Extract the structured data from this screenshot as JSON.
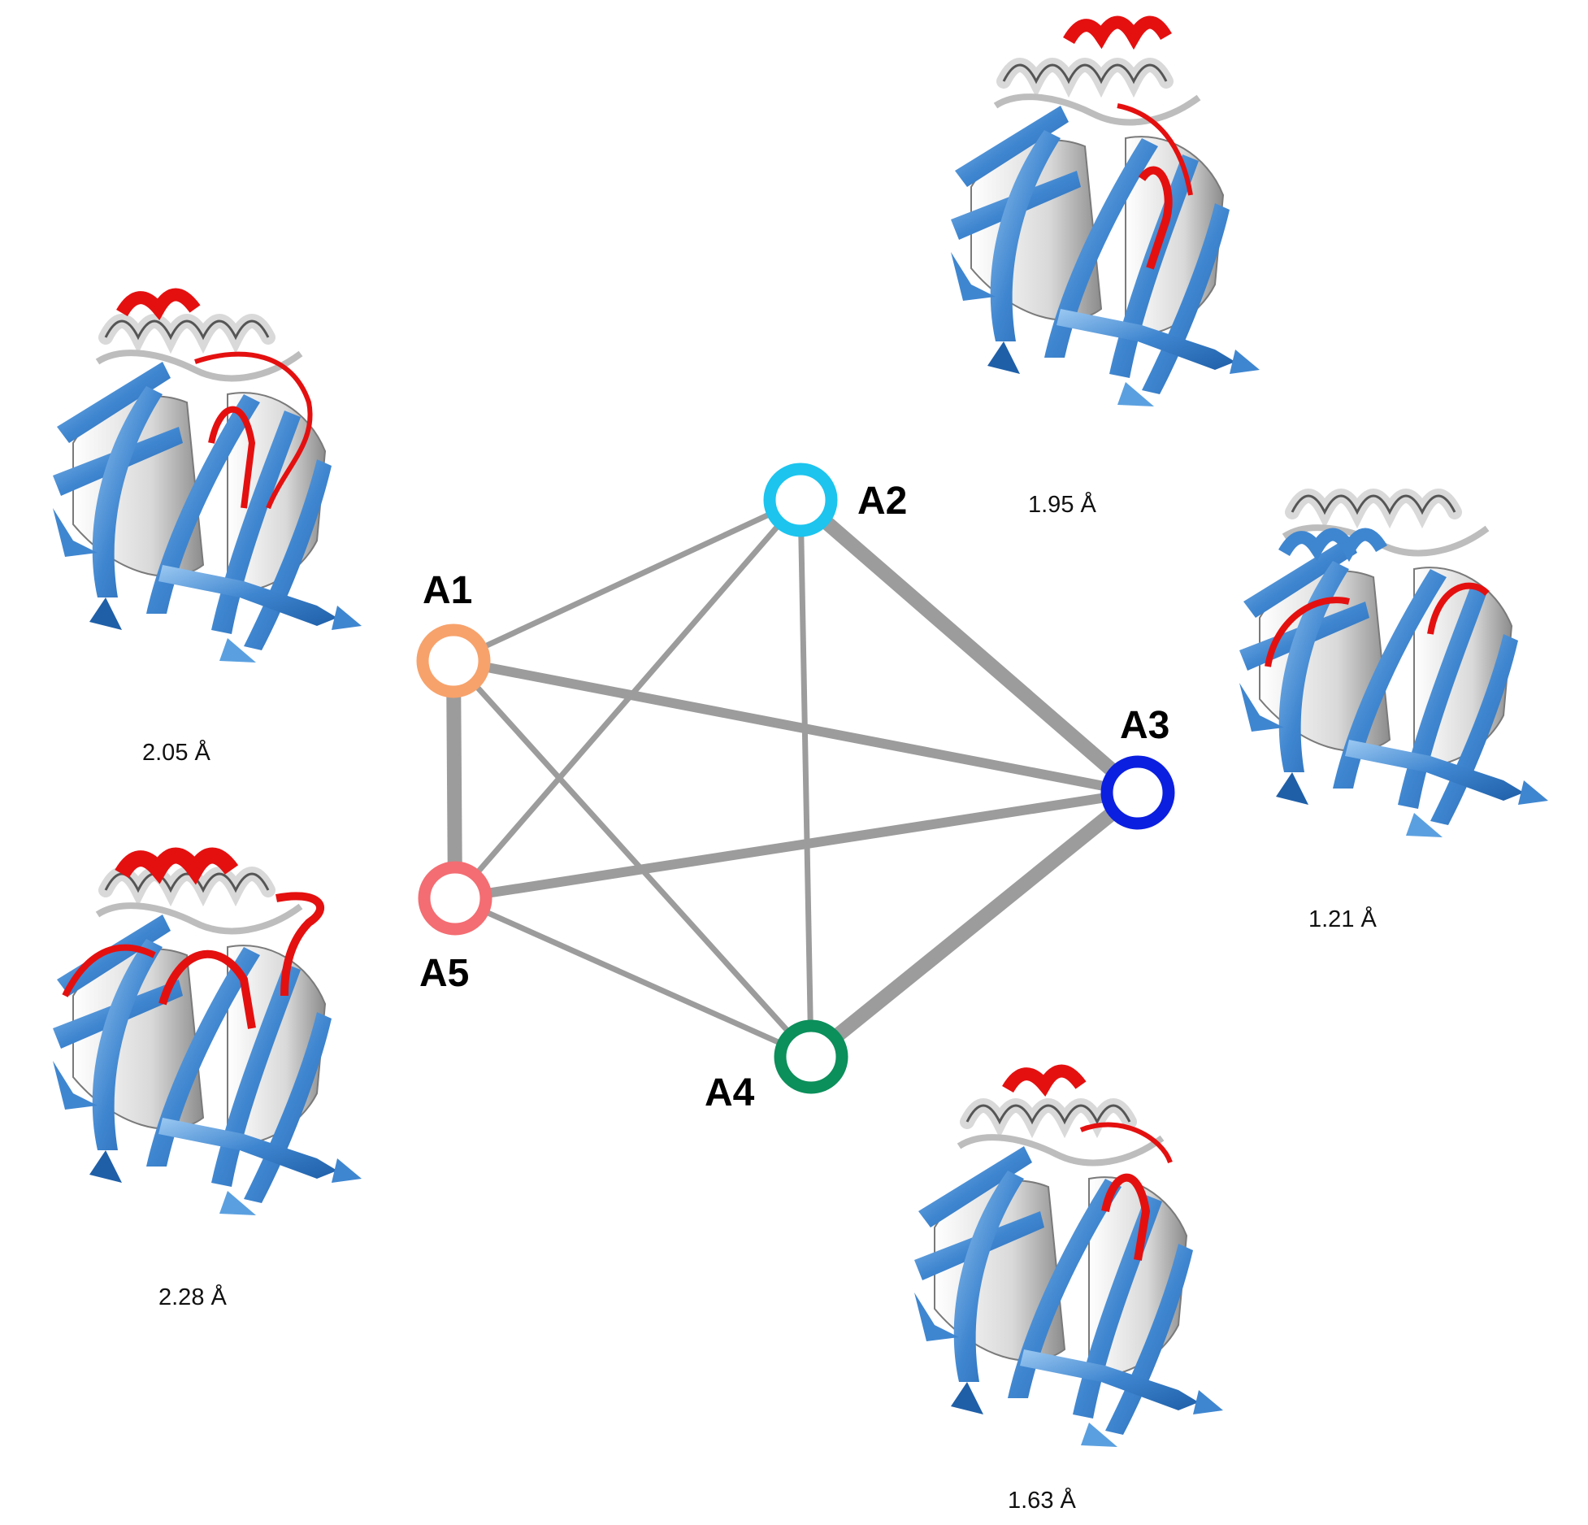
{
  "colors": {
    "edge": "#9c9c9c",
    "helix_white": "#e6e6e6",
    "strand_blue": "#3f86d0",
    "strand_light": "#7fb8ea",
    "highlight_red": "#e41010"
  },
  "nodes": [
    {
      "id": "A1",
      "label": "A1",
      "color": "#f7a26b"
    },
    {
      "id": "A2",
      "label": "A2",
      "color": "#1cc4ee"
    },
    {
      "id": "A3",
      "label": "A3",
      "color": "#0b1fe0"
    },
    {
      "id": "A4",
      "label": "A4",
      "color": "#0b8f5b"
    },
    {
      "id": "A5",
      "label": "A5",
      "color": "#f36d72"
    }
  ],
  "edges": [
    {
      "source": "A1",
      "target": "A5",
      "weight": "strong"
    },
    {
      "source": "A2",
      "target": "A3",
      "weight": "strong"
    },
    {
      "source": "A3",
      "target": "A4",
      "weight": "strong"
    },
    {
      "source": "A1",
      "target": "A3",
      "weight": "medium"
    },
    {
      "source": "A5",
      "target": "A3",
      "weight": "medium"
    },
    {
      "source": "A1",
      "target": "A2",
      "weight": "weak"
    },
    {
      "source": "A1",
      "target": "A4",
      "weight": "weak"
    },
    {
      "source": "A5",
      "target": "A2",
      "weight": "weak"
    },
    {
      "source": "A5",
      "target": "A4",
      "weight": "weak"
    },
    {
      "source": "A2",
      "target": "A4",
      "weight": "weak"
    }
  ],
  "structures": [
    {
      "node": "A1",
      "rmsd": "2.05 Å"
    },
    {
      "node": "A2",
      "rmsd": "1.95 Å"
    },
    {
      "node": "A3",
      "rmsd": "1.21 Å"
    },
    {
      "node": "A4",
      "rmsd": "1.63 Å"
    },
    {
      "node": "A5",
      "rmsd": "2.28 Å"
    }
  ]
}
